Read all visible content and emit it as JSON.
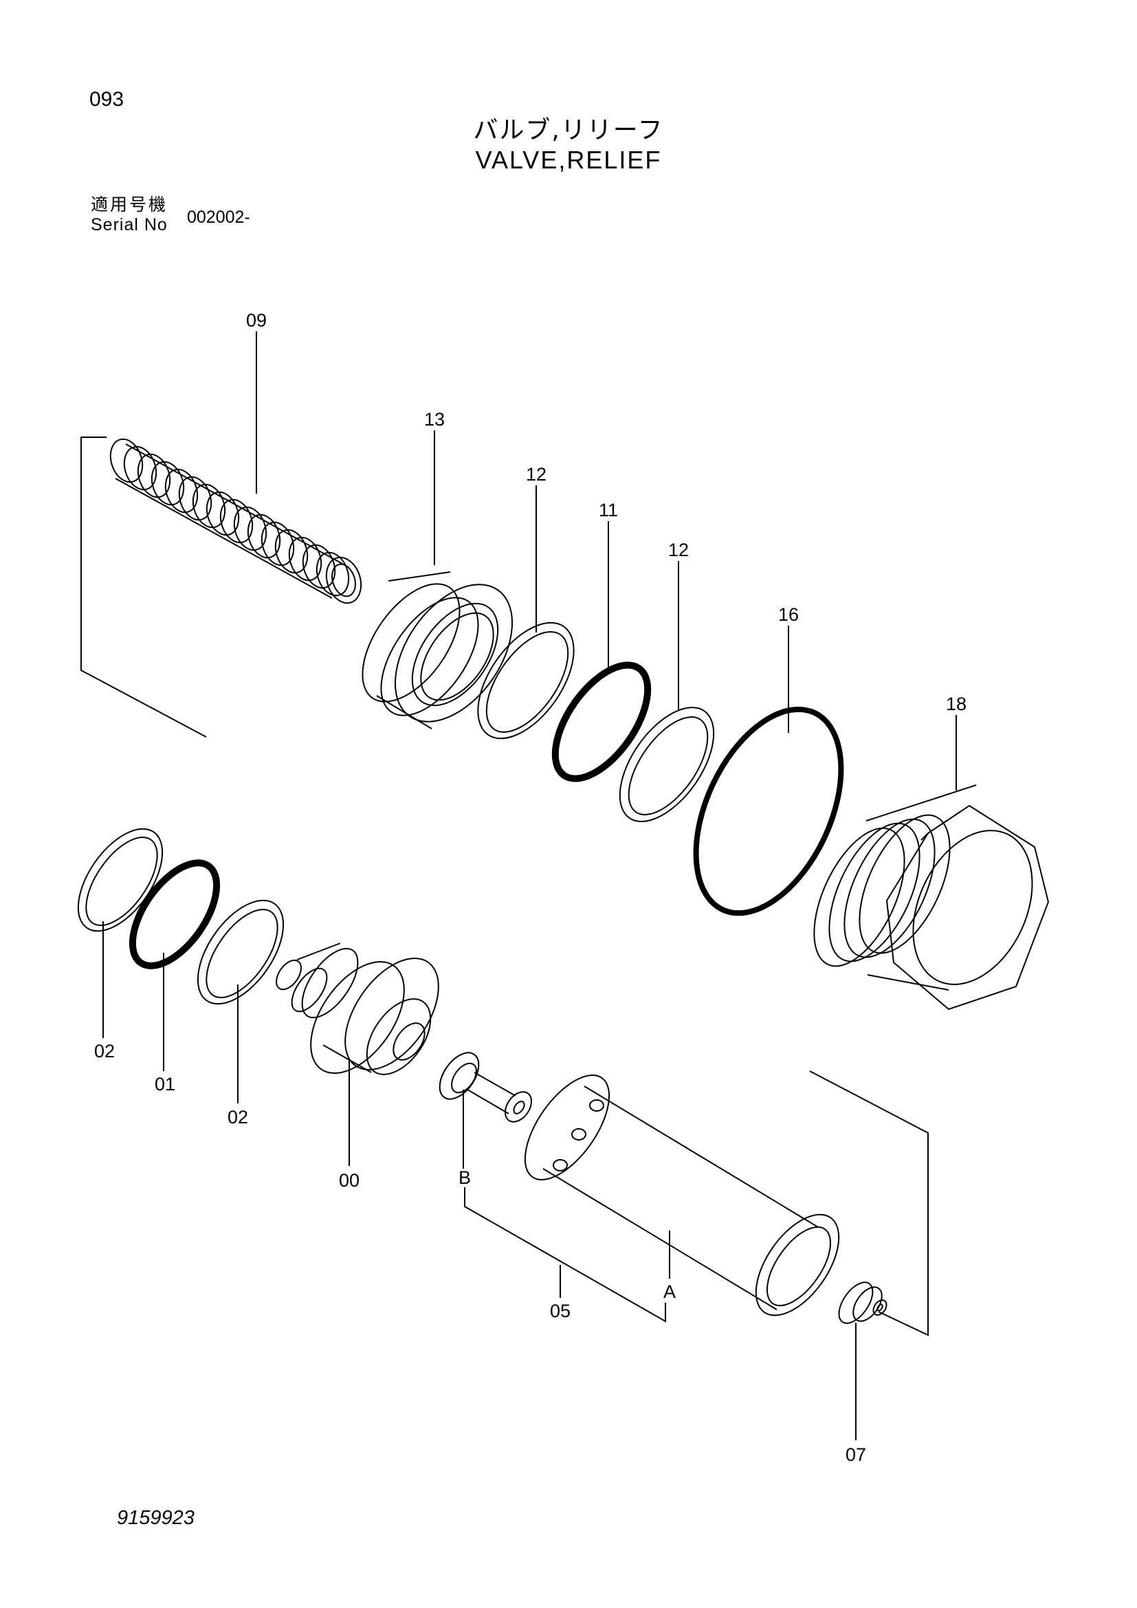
{
  "header": {
    "page_number": "093",
    "title_jp": "バルブ,リリーフ",
    "title_en": "VALVE,RELIEF",
    "serial_label_jp": "適用号機",
    "serial_label_en": "Serial No",
    "serial_value": "002002-"
  },
  "parts": [
    {
      "key": "p09",
      "label": "09"
    },
    {
      "key": "p13",
      "label": "13"
    },
    {
      "key": "p12a",
      "label": "12"
    },
    {
      "key": "p11",
      "label": "11"
    },
    {
      "key": "p12b",
      "label": "12"
    },
    {
      "key": "p16",
      "label": "16"
    },
    {
      "key": "p18",
      "label": "18"
    },
    {
      "key": "p02a",
      "label": "02"
    },
    {
      "key": "p01",
      "label": "01"
    },
    {
      "key": "p02b",
      "label": "02"
    },
    {
      "key": "p00",
      "label": "00"
    },
    {
      "key": "pB",
      "label": "B"
    },
    {
      "key": "pA",
      "label": "A"
    },
    {
      "key": "p05",
      "label": "05"
    },
    {
      "key": "p07",
      "label": "07"
    }
  ],
  "footer": {
    "document_number": "9159923"
  }
}
